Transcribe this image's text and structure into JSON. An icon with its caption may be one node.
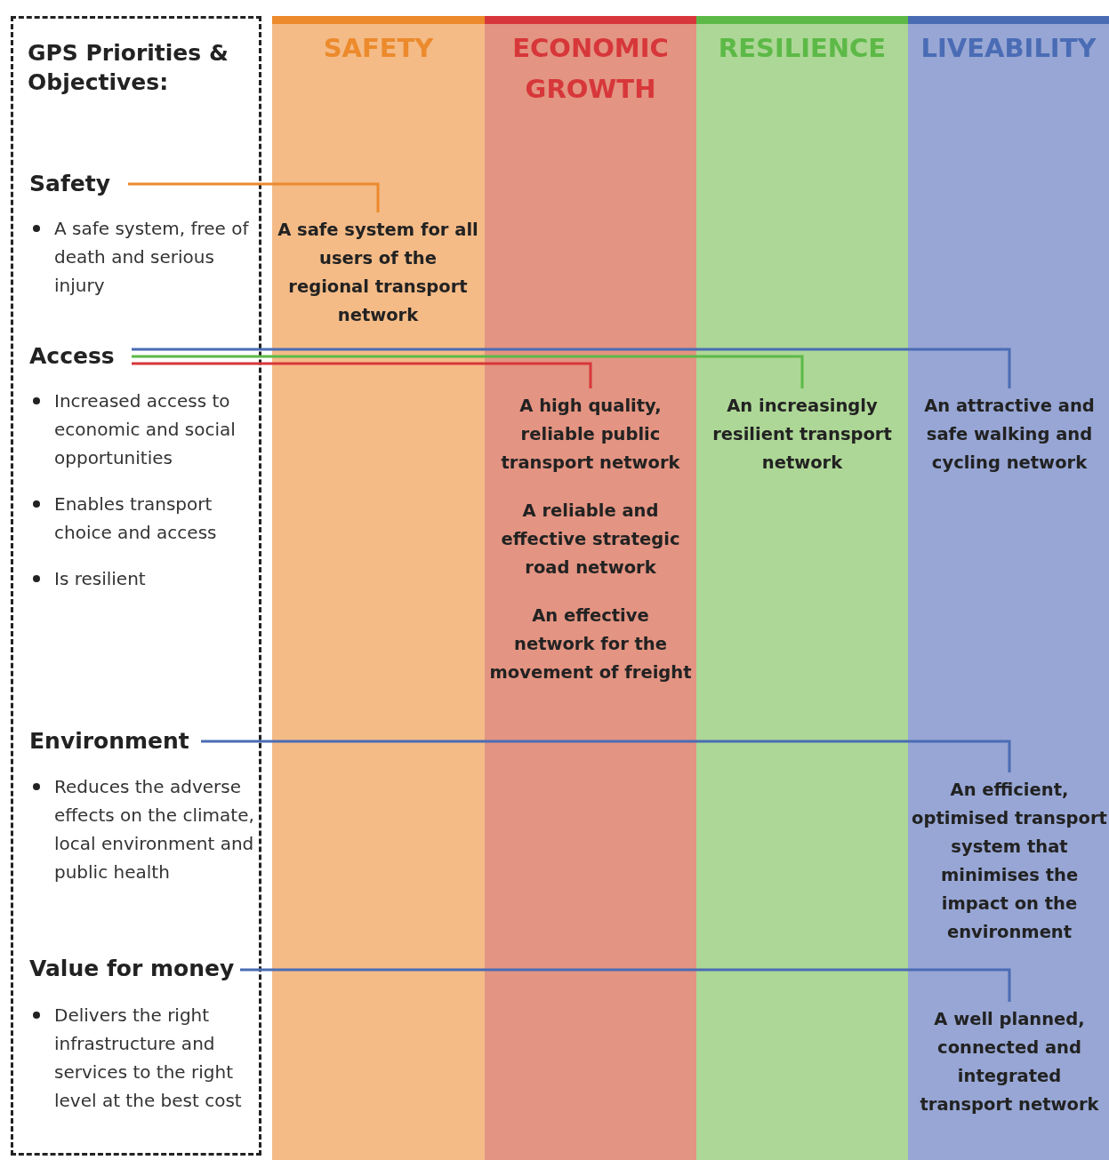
{
  "diagram": {
    "nodes": [
      {
        "text": [
          "GPS Priorities & Objectives:"
        ]
      },
      {
        "text": [
          "Safety"
        ],
        "in": 0,
        "beside": [
          "A safe system, free of death and serious injury"
        ]
      },
      {
        "text": [
          "Access"
        ],
        "in": 0,
        "beside": [
          "Increased access to economic and social opportunities",
          "Enables transport choice and access",
          "Is resilient"
        ]
      },
      {
        "text": [
          "Environment"
        ],
        "in": 0,
        "beside": [
          "Reduces the adverse effects on the climate, local environment and public health"
        ]
      },
      {
        "text": [
          "Value for money"
        ],
        "in": 0,
        "beside": [
          "Delivers the right infrastructure and services to the right level at the best cost"
        ]
      },
      {
        "text": [
          "SAFETY"
        ]
      },
      {
        "text": [
          "A safe system for all users of the regional transport network"
        ],
        "in": 5
      },
      {
        "text": [
          "ECONOMIC GROWTH"
        ]
      },
      {
        "text": [
          "A high quality, reliable public transport network"
        ],
        "in": 7
      },
      {
        "text": [
          "A reliable and effective strategic road network"
        ],
        "in": 7
      },
      {
        "text": [
          "An effective network for the movement of freight"
        ],
        "in": 7
      },
      {
        "text": [
          "RESILIENCE"
        ]
      },
      {
        "text": [
          "An increasingly resilient transport network"
        ],
        "in": 11
      },
      {
        "text": [
          "LIVEABILITY"
        ]
      },
      {
        "text": [
          "An attractive and safe walking and cycling network"
        ],
        "in": 13
      },
      {
        "text": [
          "An efficient, optimised transport system that minimises the impact on the environment"
        ],
        "in": 13
      },
      {
        "text": [
          "A well planned, connected and integrated transport network"
        ],
        "in": 13
      }
    ],
    "edges": [
      {
        "from": 1,
        "to": 6,
        "arrow": "none",
        "color": "#ec8a2c"
      },
      {
        "from": 2,
        "to": 8,
        "arrow": "none",
        "color": "#d7373a"
      },
      {
        "from": 2,
        "to": 12,
        "arrow": "none",
        "color": "#5cb947"
      },
      {
        "from": 2,
        "to": 14,
        "arrow": "none",
        "color": "#4a6cb5"
      },
      {
        "from": 3,
        "to": 15,
        "arrow": "none",
        "color": "#4a6cb5"
      },
      {
        "from": 4,
        "to": 16,
        "arrow": "none",
        "color": "#4a6cb5"
      }
    ]
  }
}
